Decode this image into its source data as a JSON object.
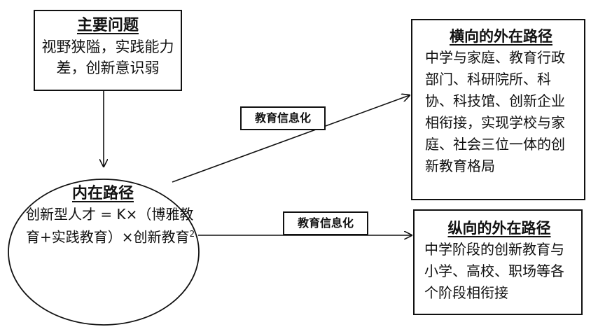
{
  "problem": {
    "title": "主要问题",
    "body": "视野狭隘，实践能力差，创新意识弱"
  },
  "inner_path": {
    "title": "内在路径",
    "formula_main": "创新型人才 = K×（博雅教育+实践教育）×创新教育",
    "formula_exponent": "2"
  },
  "horizontal_path": {
    "title": "横向的外在路径",
    "body": "中学与家庭、教育行政部门、科研院所、科协、科技馆、创新企业相衔接，实现学校与家庭、社会三位一体的创新教育格局"
  },
  "vertical_path": {
    "title": "纵向的外在路径",
    "body": "中学阶段的创新教育与小学、高校、职场等各个阶段相衔接"
  },
  "labels": {
    "upper_arrow": "教育信息化",
    "lower_arrow": "教育信息化"
  }
}
